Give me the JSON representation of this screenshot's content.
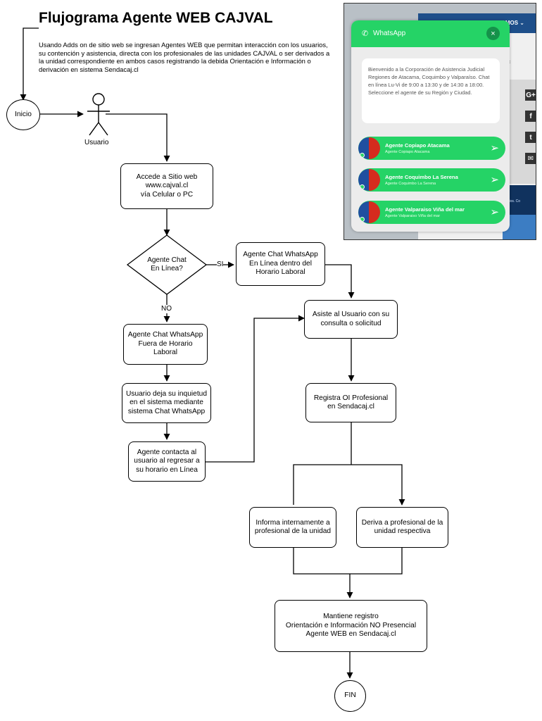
{
  "title": "Flujograma Agente WEB CAJVAL",
  "description": "Usando Adds on de sitio web se ingresan Agentes WEB que permitan interacción con los usuarios, su contención y asistencia, directa con los profesionales de las unidades CAJVAL o ser derivados a la unidad correspondiente en ambos casos registrando la debida Orientación e Información o derivación en sistema Sendacaj.cl",
  "nodes": {
    "inicio": "Inicio",
    "usuario": "Usuario",
    "accede": "Accede a Sitio web\nwww.cajval.cl\nvía Celular o PC",
    "decision": "Agente Chat\nEn Línea?",
    "si": "SI",
    "no": "NO",
    "en_linea": "Agente Chat WhatsApp\nEn Línea dentro del\nHorario Laboral",
    "fuera": "Agente Chat WhatsApp\nFuera de Horario\nLaboral",
    "deja": "Usuario deja su inquietud\nen el sistema mediante\nsistema Chat WhatsApp",
    "contacta": "Agente contacta al\nusuario al regresar a\nsu horario en Línea",
    "asiste": "Asiste al Usuario con su\nconsulta o solicitud",
    "registra": "Registra OI Profesional\nen Sendacaj.cl",
    "informa": "Informa internamente a\nprofesional de la unidad",
    "deriva": "Deriva a profesional de la\nunidad respectiva",
    "mantiene": "Mantiene registro\nOrientación e Información NO Presencial\nAgente WEB en Sendacaj.cl",
    "fin": "FIN"
  },
  "screenshot": {
    "site_nav": "MOS ⌄",
    "site_cc": "cc",
    "site_band_title": "80",
    "site_band_sub": "usuarios. Co",
    "side_icons": [
      "G+",
      "f",
      "t",
      "✉"
    ],
    "whatsapp": {
      "header": "WhatsApp",
      "close": "×",
      "message": "Bienvenido a la Corporación de Asistencia Judicial Regiones de Atacama, Coquimbo y Valparaíso. Chat en línea Lu-Vi de 9:00 a 13:30 y de 14:30 a 18:00. Seleccione el agente de su Región y Ciudad.",
      "agents": [
        {
          "name": "Agente Copiapo Atacama",
          "sub": "Agente Copiapo Atacama"
        },
        {
          "name": "Agente Coquimbo La Serena",
          "sub": "Agente Coquimbo La Serena"
        },
        {
          "name": "Agente Valparaiso Viña del mar",
          "sub": "Agente Valparaiso Viña del mar"
        }
      ]
    }
  }
}
